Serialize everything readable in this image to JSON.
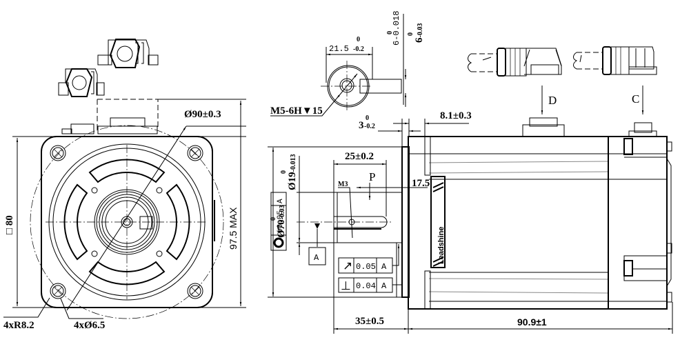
{
  "drawing": {
    "subject": "Servo motor outline dimension drawing",
    "views": [
      "front-flange-view",
      "shaft-end-detail",
      "side-view",
      "connector-details"
    ]
  },
  "front_view": {
    "flange_square": "□ 80",
    "bolt_circle": "Ø90±0.3",
    "max_height": "97.5 MAX",
    "corner_radius": "4xR8.2",
    "mount_holes": "4xØ6.5"
  },
  "shaft_detail": {
    "flat_width_main": "21.5",
    "flat_width_tol_upper": "0",
    "flat_width_tol_lower": "-0.2",
    "thread": "M5-6H",
    "thread_depth_symbol": "▼",
    "thread_depth": "15",
    "key_width_main": "6",
    "key_width_tol_upper": "0",
    "key_width_tol_lower": "-0.018",
    "key_height_main": "6",
    "key_height_tol_upper": "0",
    "key_height_tol_lower": "-0.03"
  },
  "side_view": {
    "flange_thickness": "3",
    "flange_thickness_tol_upper": "0",
    "flange_thickness_tol_lower": "-0.2",
    "spigot_length": "8.1±0.3",
    "key_length": "25±0.2",
    "key_label": "P",
    "key_thread": "M3",
    "key_offset": "17.5",
    "pilot_diameter_main": "Ø70",
    "pilot_tol_upper": "0",
    "pilot_tol_lower": "-0.03",
    "shaft_diameter_main": "Ø19",
    "shaft_tol_upper": "0",
    "shaft_tol_lower": "-0.013",
    "shaft_length": "35±0.5",
    "body_length": "90.9±1",
    "datum": "A",
    "brand_label": "Leadshine",
    "connector_labels": [
      "D",
      "C"
    ]
  },
  "tolerance_frames": [
    {
      "symbol": "concentricity",
      "glyph": "◎",
      "value": "ø0.05",
      "datum": "A"
    },
    {
      "symbol": "runout",
      "glyph": "↗",
      "value": "0.05",
      "datum": "A"
    },
    {
      "symbol": "perpendicularity",
      "glyph": "⊥",
      "value": "0.04",
      "datum": "A"
    }
  ]
}
